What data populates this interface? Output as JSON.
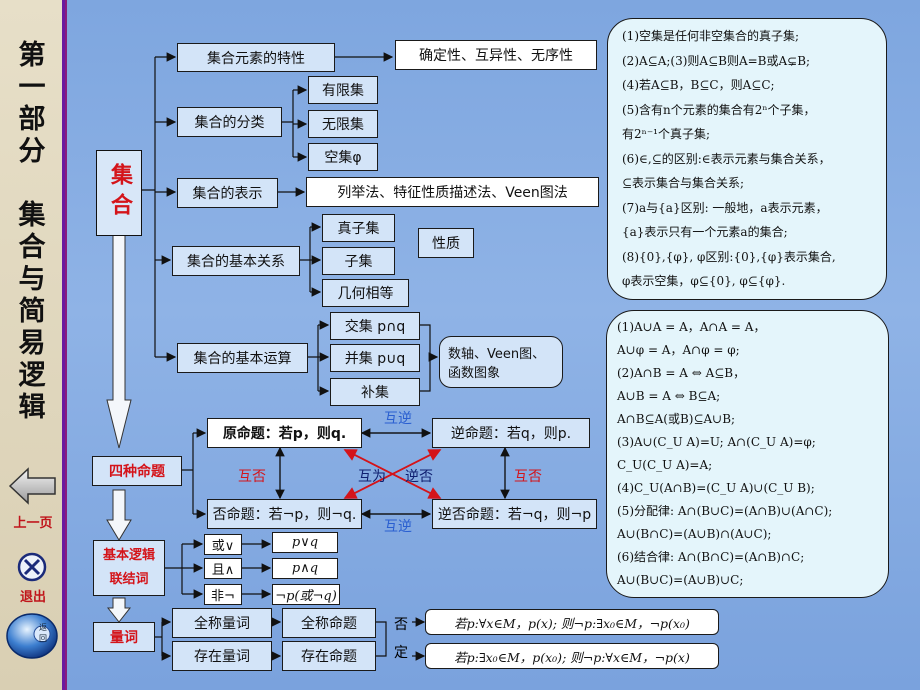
{
  "sidebar": {
    "title": "第一部分\n\n集合与简易逻辑",
    "prev_label": "上一页",
    "exit_label": "退出",
    "return_label": "返回"
  },
  "set": {
    "root": "集合",
    "properties": "集合元素的特性",
    "properties_detail": "确定性、互异性、无序性",
    "classification": "集合的分类",
    "finite": "有限集",
    "infinite": "无限集",
    "empty": "空集φ",
    "representation": "集合的表示",
    "representation_detail": "列举法、特征性质描述法、Veen图法",
    "relations": "集合的基本关系",
    "subset_proper": "真子集",
    "subset": "子集",
    "equal": "几何相等",
    "relations_note": "性质",
    "operations": "集合的基本运算",
    "intersection": "交集 p∩q",
    "union": "并集 p∪q",
    "complement": "补集",
    "operations_note": "数轴、Veen图、函数图象"
  },
  "notes_top": [
    "(1)空集是任何非空集合的真子集;",
    "(2)A⊆A;(3)则A⊆B则A=B或A⊊B;",
    "(4)若A⊆B，B⊆C，则A⊆C;",
    "(5)含有n个元素的集合有2ⁿ个子集，",
    "有2ⁿ⁻¹个真子集;",
    "(6)∈,⊆的区别:∈表示元素与集合关系，",
    "⊆表示集合与集合关系;",
    "(7)a与{a}区别: 一般地，a表示元素，",
    "{a}表示只有一个元素a的集合;",
    "(8){0},{φ}, φ区别:{0},{φ}表示集合,",
    "φ表示空集，φ⊆{0}, φ⊆{φ}."
  ],
  "notes_bottom": [
    "(1)A∪A = A，A∩A = A，",
    "A∪φ = A，A∩φ = φ;",
    "(2)A∩B = A ⇔ A⊆B，",
    "A∪B = A ⇔ B⊆A;",
    "A∩B⊆A(或B)⊆A∪B;",
    "(3)A∪(C_U A)=U; A∩(C_U A)=φ;",
    "C_U(C_U A)=A;",
    "(4)C_U(A∩B)=(C_U A)∪(C_U B);",
    "(5)分配律: A∩(B∪C)=(A∩B)∪(A∩C);",
    "A∪(B∩C)=(A∪B)∩(A∪C);",
    "(6)结合律: A∩(B∩C)=(A∩B)∩C;",
    "A∪(B∪C)=(A∪B)∪C;"
  ],
  "propositions": {
    "root": "四种命题",
    "original": "原命题：若p，则q.",
    "converse": "逆命题：若q，则p.",
    "inverse": "否命题：若¬p，则¬q.",
    "contrapositive": "逆否命题：若¬q，则¬p",
    "mutual_converse": "互逆",
    "mutual_negation": "互否",
    "cross_left": "互为",
    "cross_right": "逆否"
  },
  "connectives": {
    "root_line1": "基本逻辑",
    "root_line2": "联结词",
    "or": "或∨",
    "and": "且∧",
    "not": "非¬",
    "or_expr": "p∨q",
    "and_expr": "p∧q",
    "not_expr": "¬p(或¬q)"
  },
  "quantifiers": {
    "root": "量词",
    "universal": "全称量词",
    "existential": "存在量词",
    "universal_prop": "全称命题",
    "existential_prop": "存在命题",
    "negate_1": "否",
    "negate_2": "定",
    "universal_neg": "若p:∀x∈M，p(x); 则¬p:∃x₀∈M，¬p(x₀)",
    "existential_neg": "若p:∃x₀∈M，p(x₀); 则¬p:∀x∈M，¬p(x)"
  },
  "colors": {
    "accent_red": "#d4141a",
    "box_fill": "#d3e4f8",
    "panel_fill": "#e4f5fb",
    "background": "#86abe2"
  }
}
